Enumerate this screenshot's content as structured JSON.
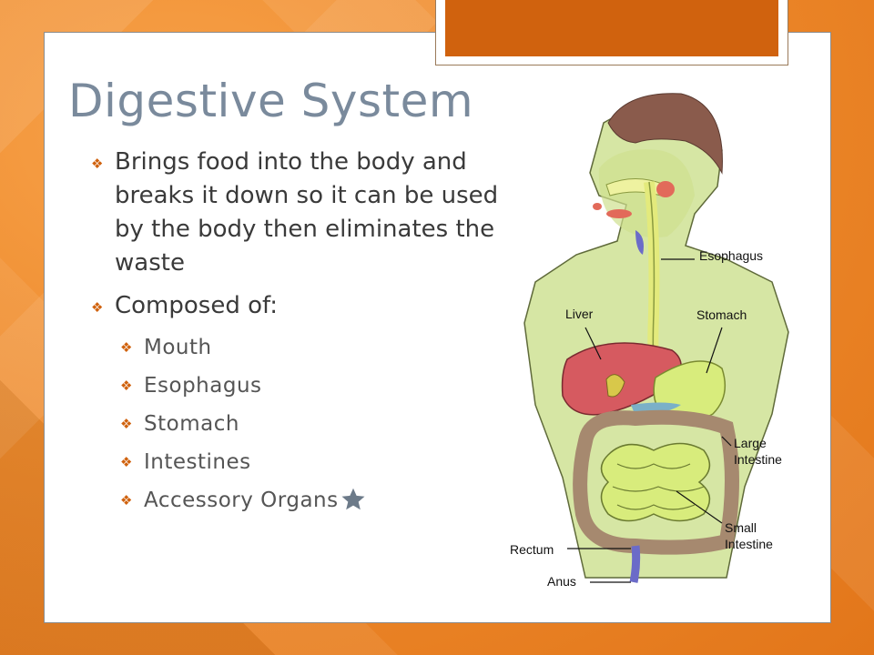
{
  "slide": {
    "title": "Digestive System",
    "bullets": [
      "Brings food into the body and breaks it down so it can be used by the body then eliminates the waste",
      "Composed of:"
    ],
    "sub_bullets": [
      "Mouth",
      "Esophagus",
      "Stomach",
      "Intestines",
      "Accessory Organs"
    ]
  },
  "diagram": {
    "labels": {
      "esophagus": "Esophagus",
      "liver": "Liver",
      "stomach": "Stomach",
      "large_intestine_1": "Large",
      "large_intestine_2": "Intestine",
      "small_intestine_1": "Small",
      "small_intestine_2": "Intestine",
      "rectum": "Rectum",
      "anus": "Anus"
    }
  },
  "colors": {
    "accent": "#d0620e",
    "title": "#7a8a9c",
    "star": "#6c7a89"
  },
  "icons": {
    "bullet": "diamond-bullet-icon",
    "star": "star-icon"
  }
}
